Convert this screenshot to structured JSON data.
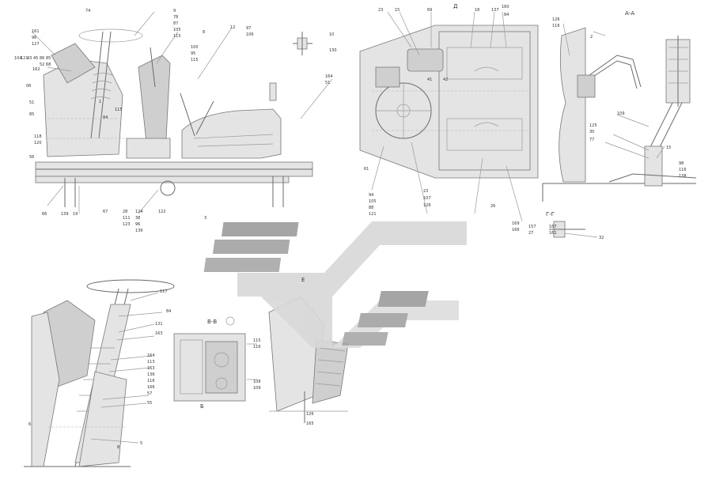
{
  "views": {
    "section_aa": "А-А",
    "section_bb": "В-В",
    "section_gg": "Г-Г",
    "view_d": "Д",
    "view_e": "Е",
    "label_b": "Б"
  },
  "callouts": {
    "side": [
      "9",
      "78",
      "87",
      "105",
      "115",
      "8",
      "100",
      "95",
      "115",
      "12",
      "97",
      "106",
      "164",
      "51",
      "10",
      "130",
      "74",
      "161",
      "96",
      "127",
      "162",
      "06",
      "51",
      "85",
      "118",
      "120",
      "56",
      "66",
      "139",
      "19",
      "28",
      "111",
      "123",
      "124",
      "38",
      "96",
      "136",
      "122",
      "3",
      "67",
      "1",
      "115",
      "84",
      "104",
      "121",
      "43",
      "45",
      "86",
      "85",
      "52",
      "68"
    ],
    "top": [
      "23",
      "15",
      "69",
      "18",
      "137",
      "160",
      "84",
      "61",
      "94",
      "105",
      "88",
      "121",
      "23",
      "107",
      "126",
      "26",
      "169",
      "166",
      "157",
      "27",
      "41",
      "42"
    ],
    "section": [
      "126",
      "116",
      "2",
      "109",
      "125",
      "30",
      "77",
      "15",
      "98",
      "116",
      "138",
      "167",
      "161",
      "32"
    ],
    "column": [
      "117",
      "84",
      "131",
      "163",
      "164",
      "163",
      "136",
      "57",
      "55",
      "5",
      "113",
      "116",
      "166",
      "6",
      "8"
    ],
    "view_e": [
      "115",
      "116",
      "108",
      "109",
      "126",
      "165"
    ]
  },
  "colors": {
    "line": "#6a6a6a",
    "watermark_light": "#d8d8d8",
    "watermark_dark": "#9c9c9c"
  }
}
